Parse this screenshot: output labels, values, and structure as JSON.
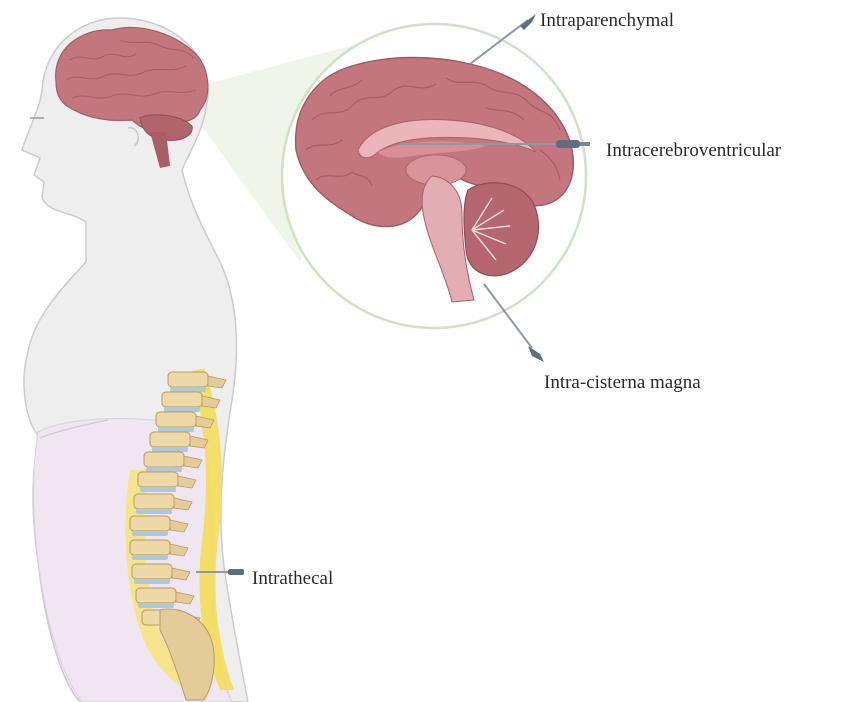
{
  "labels": {
    "intraparenchymal": "Intraparenchymal",
    "intracerebroventricular": "Intracerebroventricular",
    "intra_cisterna_magna": "Intra-cisterna magna",
    "intrathecal": "Intrathecal"
  },
  "colors": {
    "brain": "#c4767e",
    "brain_dark": "#9c5a62",
    "body": "#eeeeee",
    "body_outline": "#c9c9c9",
    "clothing": "#efe6f1",
    "csf": "#f3dd5a",
    "vertebra": "#efd8a8",
    "disc": "#a9c9de",
    "needle": "#5f6f82",
    "circle": "#cfe2c4"
  },
  "icons": {
    "needle": "needle-icon"
  }
}
